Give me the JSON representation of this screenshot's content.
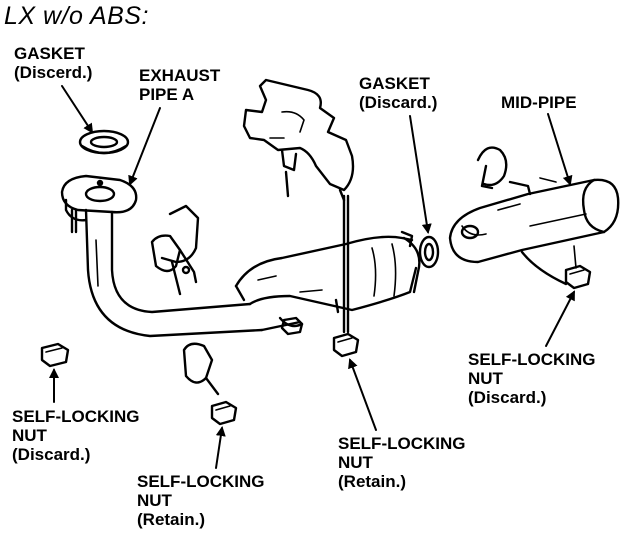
{
  "title": "LX w/o ABS:",
  "labels": {
    "gasket_left": {
      "line1": "GASKET",
      "line2": "(Discerd.)"
    },
    "exhaust_pipe": {
      "line1": "EXHAUST",
      "line2": "PIPE A"
    },
    "gasket_right": {
      "line1": "GASKET",
      "line2": "(Discard.)"
    },
    "mid_pipe": {
      "line1": "MID-PIPE"
    },
    "nut_left": {
      "line1": "SELF-LOCKING",
      "line2": "NUT",
      "line3": "(Discard.)"
    },
    "nut_bottom_left": {
      "line1": "SELF-LOCKING",
      "line2": "NUT",
      "line3": "(Retain.)"
    },
    "nut_bottom_center": {
      "line1": "SELF-LOCKING",
      "line2": "NUT",
      "line3": "(Retain.)"
    },
    "nut_right": {
      "line1": "SELF-LOCKING",
      "line2": "NUT",
      "line3": "(Discard.)"
    }
  },
  "colors": {
    "ink": "#000000",
    "paper": "#ffffff"
  }
}
